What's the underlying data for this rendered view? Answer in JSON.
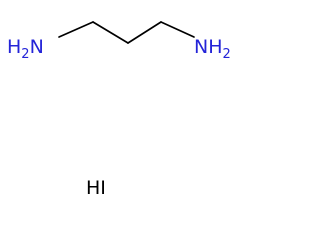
{
  "molecule": {
    "atoms": [
      {
        "id": "n-left",
        "element": "N",
        "text": "H",
        "sub": "2",
        "trail": "N"
      },
      {
        "id": "n-right",
        "element": "N",
        "text": "NH",
        "sub": "2"
      }
    ],
    "bonds": [
      [
        "n-left",
        "c1"
      ],
      [
        "c1",
        "c2"
      ],
      [
        "c2",
        "c3"
      ],
      [
        "c3",
        "n-right"
      ]
    ],
    "colors": {
      "nitrogen": "#2424d8",
      "bond": "#000000",
      "background": "#ffffff"
    }
  },
  "salt": {
    "label": "HI"
  }
}
